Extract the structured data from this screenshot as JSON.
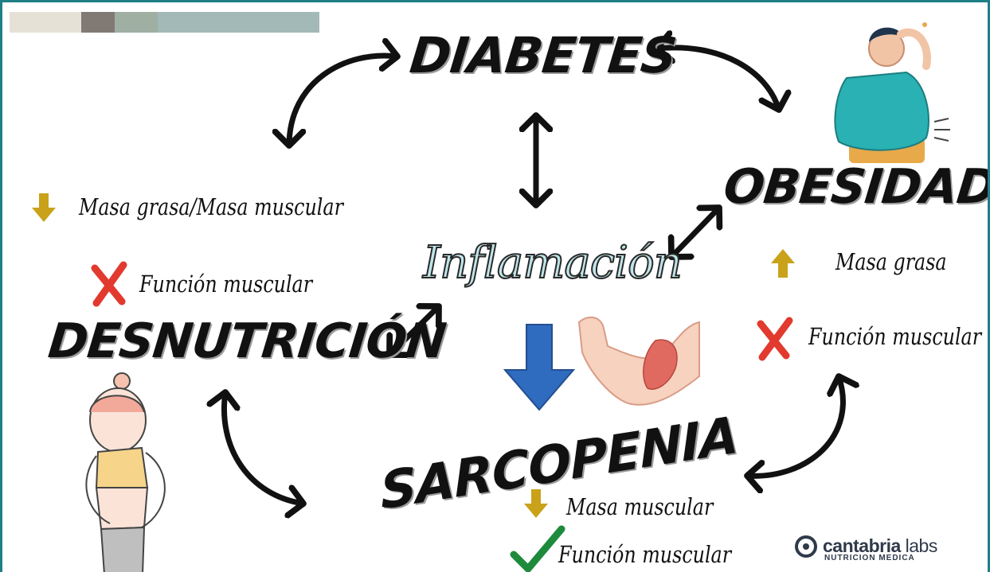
{
  "terms": {
    "diabetes": "DIABETES",
    "obesidad": "OBESIDAD",
    "inflamacion": "Inflamación",
    "desnutricion": "DESNUTRICIÓN",
    "sarcopenia": "SARCOPENIA"
  },
  "notes": {
    "desnutricion_down": "Masa grasa/Masa muscular",
    "desnutricion_cross": "Función muscular",
    "obesidad_up": "Masa grasa",
    "obesidad_cross": "Función muscular",
    "sarcopenia_down": "Masa muscular",
    "sarcopenia_check": "Función muscular"
  },
  "logo": {
    "name_bold": "cantabria",
    "name_light": " labs",
    "subtitle": "NUTRICION MEDICA"
  },
  "colors": {
    "frame": "#1f7f86",
    "down_arrow": "#c9a21a",
    "up_arrow": "#c9a21a",
    "cross": "#e23a2e",
    "check": "#1e8a3c",
    "big_blue_arrow": "#2f6bbf",
    "inflamacion_fill": "#bfe6ea"
  },
  "icons": {
    "down": "down-arrow-icon",
    "up": "up-arrow-icon",
    "cross": "cross-mark-icon",
    "check": "check-mark-icon"
  }
}
